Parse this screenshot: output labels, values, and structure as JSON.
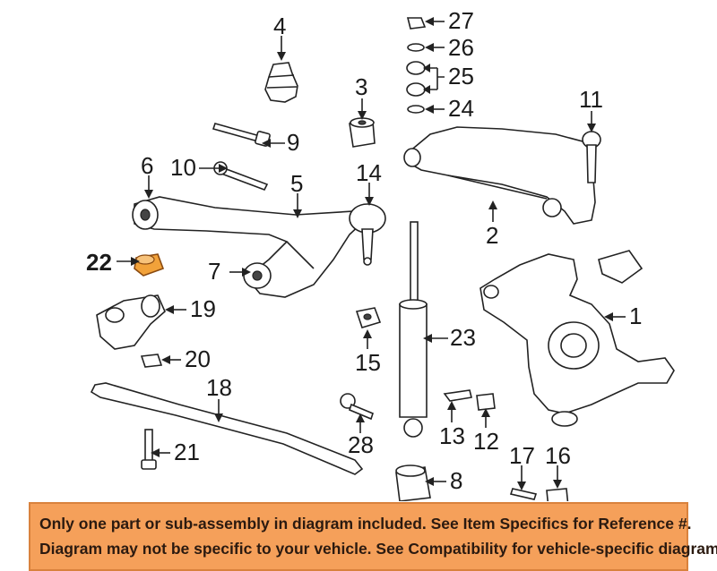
{
  "callouts": {
    "c1": "1",
    "c2": "2",
    "c3": "3",
    "c4": "4",
    "c5": "5",
    "c6": "6",
    "c7": "7",
    "c8": "8",
    "c9": "9",
    "c10": "10",
    "c11": "11",
    "c12": "12",
    "c13": "13",
    "c14": "14",
    "c15": "15",
    "c16": "16",
    "c17": "17",
    "c18": "18",
    "c19": "19",
    "c20": "20",
    "c21": "21",
    "c22": "22",
    "c23": "23",
    "c24": "24",
    "c25": "25",
    "c26": "26",
    "c27": "27",
    "c28": "28"
  },
  "highlight_part": "22",
  "colors": {
    "highlight": "#f2a23a",
    "banner_bg": "#f5a05a",
    "banner_border": "#d9823d"
  },
  "banner": {
    "line1": "Only one part or sub-assembly in diagram included. See Item Specifics for Reference #.",
    "line2": "Diagram may not be specific to your vehicle. See Compatibility for vehicle-specific diagrams."
  }
}
